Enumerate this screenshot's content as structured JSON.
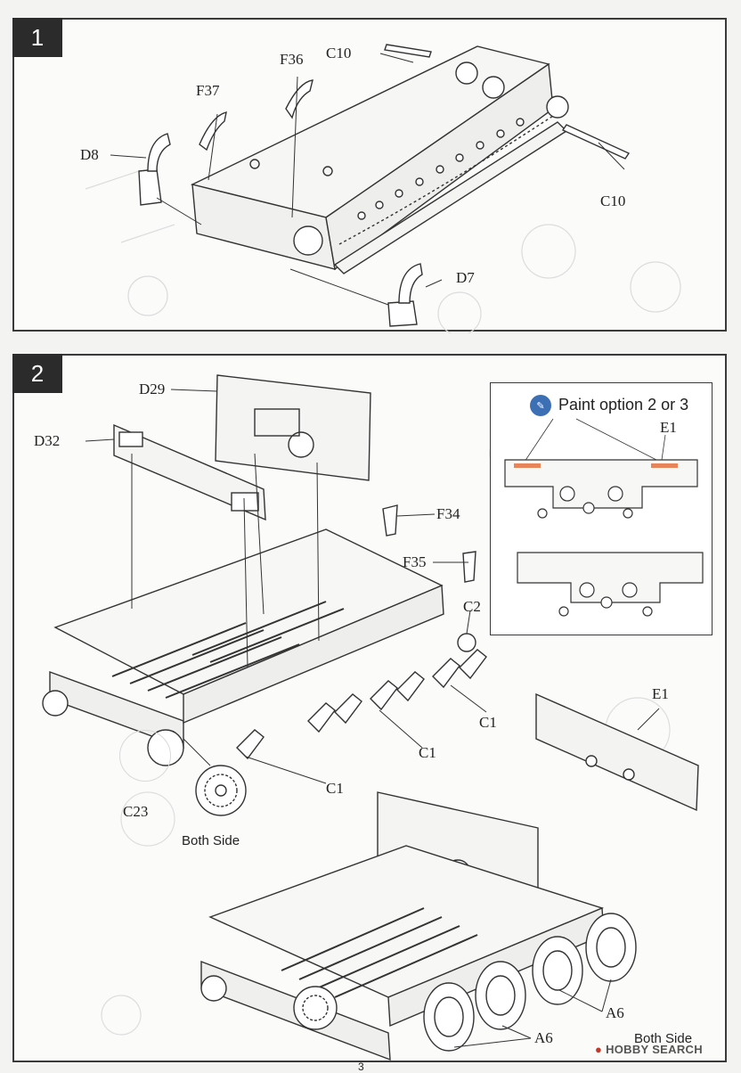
{
  "step1": {
    "number": "1",
    "labels": {
      "c10_top": "C10",
      "f36": "F36",
      "f37": "F37",
      "d8": "D8",
      "c10_right": "C10",
      "d7": "D7"
    }
  },
  "step2": {
    "number": "2",
    "labels": {
      "d29": "D29",
      "d32": "D32",
      "f34": "F34",
      "f35": "F35",
      "c2": "C2",
      "c1_a": "C1",
      "c1_b": "C1",
      "c1_c": "C1",
      "c23": "C23",
      "both_side_left": "Both Side",
      "e1_main": "E1",
      "a6_a": "A6",
      "a6_b": "A6",
      "both_side_right": "Both Side"
    },
    "inset": {
      "title": "Paint option 2 or 3",
      "label_e1": "E1",
      "accent_color": "#e8845a",
      "icon_color": "#3d6fb5"
    }
  },
  "footer": {
    "page_number": "3",
    "watermark": "HOBBY SEARCH"
  }
}
